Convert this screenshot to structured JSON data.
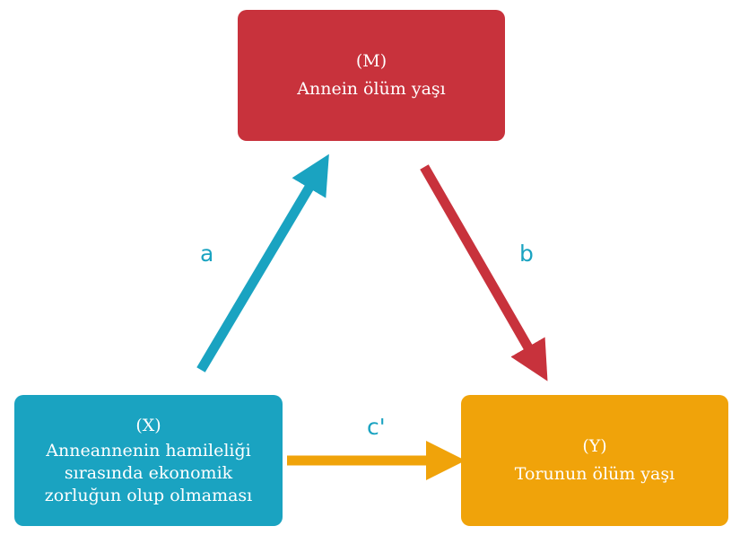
{
  "colors": {
    "mediator": "#C8323C",
    "predictor": "#1AA3C1",
    "outcome": "#F0A30A",
    "text": "#ffffff"
  },
  "nodes": {
    "m": {
      "code": "(M)",
      "lines": [
        "Annein ölüm yaşı"
      ]
    },
    "x": {
      "code": "(X)",
      "lines": [
        "Anneannenin hamileliği",
        "sırasında ekonomik",
        "zorluğun olup olmaması"
      ]
    },
    "y": {
      "code": "(Y)",
      "lines": [
        "Torunun ölüm yaşı"
      ]
    }
  },
  "paths": {
    "a": {
      "label": "a",
      "from": "x",
      "to": "m"
    },
    "b": {
      "label": "b",
      "from": "m",
      "to": "y"
    },
    "c_prime": {
      "label": "c'",
      "from": "x",
      "to": "y"
    }
  }
}
